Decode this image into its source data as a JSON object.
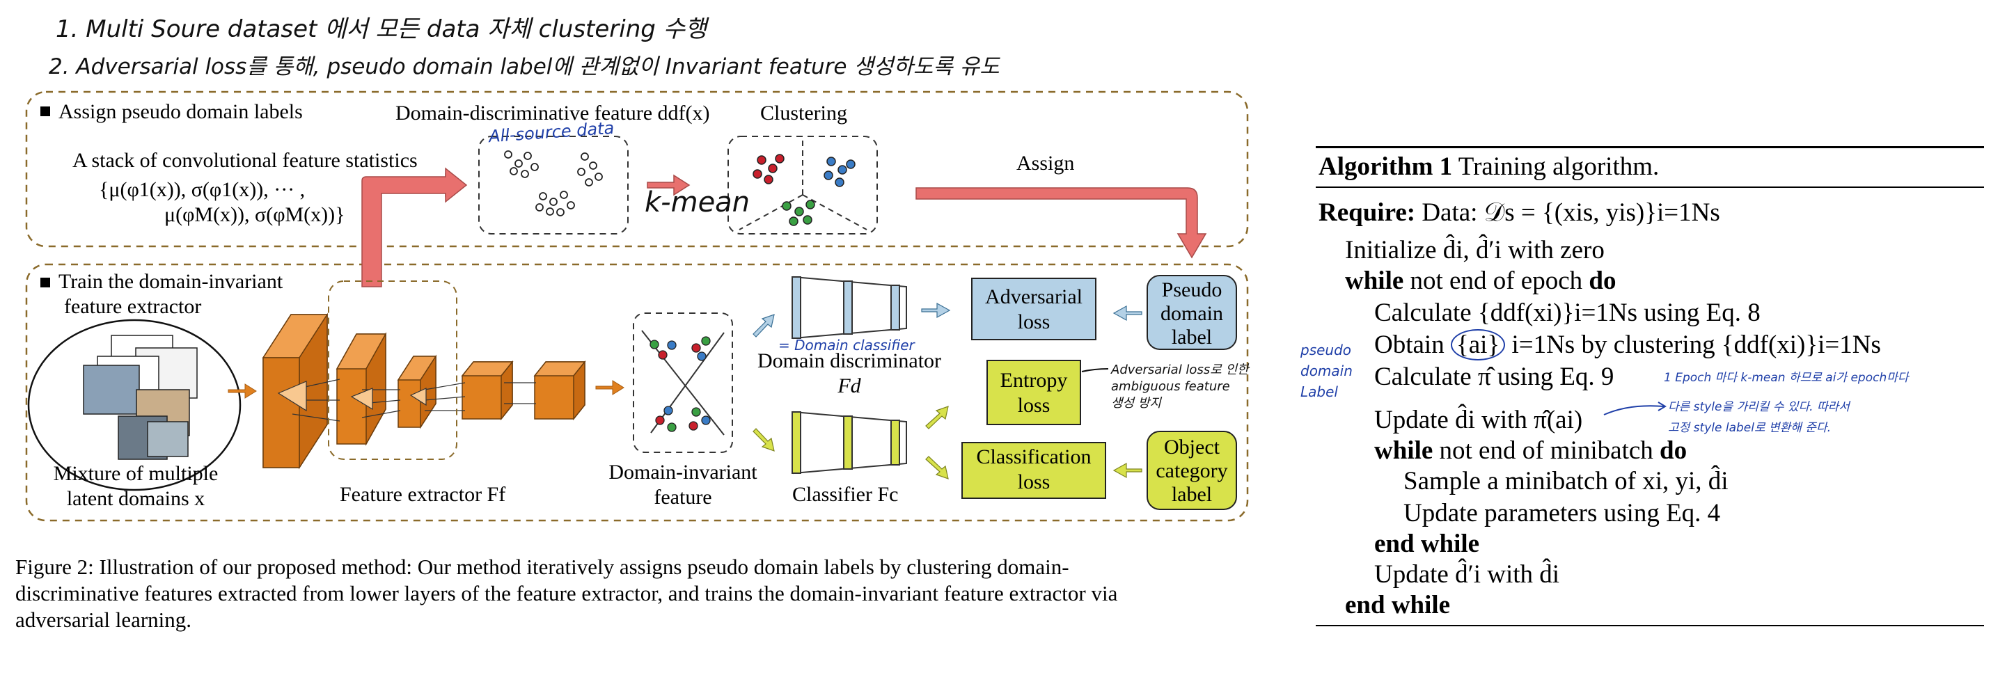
{
  "notes": {
    "note1": "1. Multi Soure dataset 에서 모든 data 자체 clustering 수행",
    "note2": "2. Adversarial loss를 통해, pseudo domain label에 관계없이 Invariant feature 생성하도록 유도",
    "all_source_data": "All-source data",
    "k_mean": "k-mean",
    "domain_classifier": "= Domain classifier",
    "adv_note_1": "Adversarial loss로 인한",
    "adv_note_2": "ambiguous feature",
    "adv_note_3": "생성 방지",
    "pseudo_domain_label_1": "pseudo",
    "pseudo_domain_label_2": "domain",
    "pseudo_domain_label_3": "Label",
    "epoch_note_1": "1 Epoch 마다 k-mean 하므로 ai가 epoch마다",
    "epoch_note_2": "다른 style을 가리킬 수 있다. 따라서",
    "epoch_note_3": "고정 style label로 변환해 준다."
  },
  "figure": {
    "top_section_title": "Assign pseudo domain labels",
    "bottom_section_title_1": "Train the domain-invariant",
    "bottom_section_title_2": "feature extractor",
    "stack_title": "A stack of convolutional  feature statistics",
    "stack_formula_1": "{μ(φ1(x)), σ(φ1(x)), ··· ,",
    "stack_formula_2": "μ(φM(x)), σ(φM(x))}",
    "ddf_title": "Domain-discriminative  feature ddf(x)",
    "clustering_title": "Clustering",
    "assign_label": "Assign",
    "mixture_label_1": "Mixture of multiple",
    "mixture_label_2": "latent domains x",
    "feature_extractor_label": "Feature extractor Ff",
    "domain_invariant_1": "Domain-invariant",
    "domain_invariant_2": "feature",
    "domain_discriminator_1": "Domain discriminator",
    "domain_discriminator_2": "Fd",
    "classifier_label": "Classifier Fc",
    "adversarial_loss_1": "Adversarial",
    "adversarial_loss_2": "loss",
    "entropy_loss_1": "Entropy",
    "entropy_loss_2": "loss",
    "classification_loss_1": "Classification",
    "classification_loss_2": "loss",
    "pseudo_label_1": "Pseudo",
    "pseudo_label_2": "domain",
    "pseudo_label_3": "label",
    "object_label_1": "Object",
    "object_label_2": "category",
    "object_label_3": "label"
  },
  "caption": {
    "line1": "Figure 2: Illustration of our proposed method: Our method iteratively assigns pseudo domain labels by clustering domain-",
    "line2": "discriminative features extracted from lower layers of the feature extractor, and trains the domain-invariant feature extractor via",
    "line3": "adversarial learning."
  },
  "algorithm": {
    "title_bold": "Algorithm 1",
    "title_rest": "Training algorithm.",
    "require_kw": "Require:",
    "require_text": "Data: 𝒟s = {(xis, yis)}i=1Ns",
    "l1": "Initialize d̂i, d̂′i with zero",
    "l2_kw": "while",
    "l2_text": "not end of epoch",
    "l2_do": "do",
    "l3": "Calculate {ddf(xi)}i=1Ns using Eq. 8",
    "l4_pre": "Obtain",
    "l4_ai": "{ai}",
    "l4_post": "i=1Ns by clustering {ddf(xi)}i=1Ns",
    "l5": "Calculate π̂ using Eq. 9",
    "l6": "Update d̂i with π̂(ai)",
    "l7_kw": "while",
    "l7_text": "not end of minibatch",
    "l7_do": "do",
    "l8": "Sample a minibatch of xi, yi, d̂i",
    "l9": "Update parameters using Eq. 4",
    "l10": "end while",
    "l11": "Update d̂′i with d̂i",
    "l12": "end while"
  },
  "colors": {
    "orange": "#e0801f",
    "pink_arrow": "#e8706e",
    "light_blue": "#b4d1e6",
    "yellow_green": "#d8e24b",
    "dashed_border": "#8a6a2a"
  }
}
